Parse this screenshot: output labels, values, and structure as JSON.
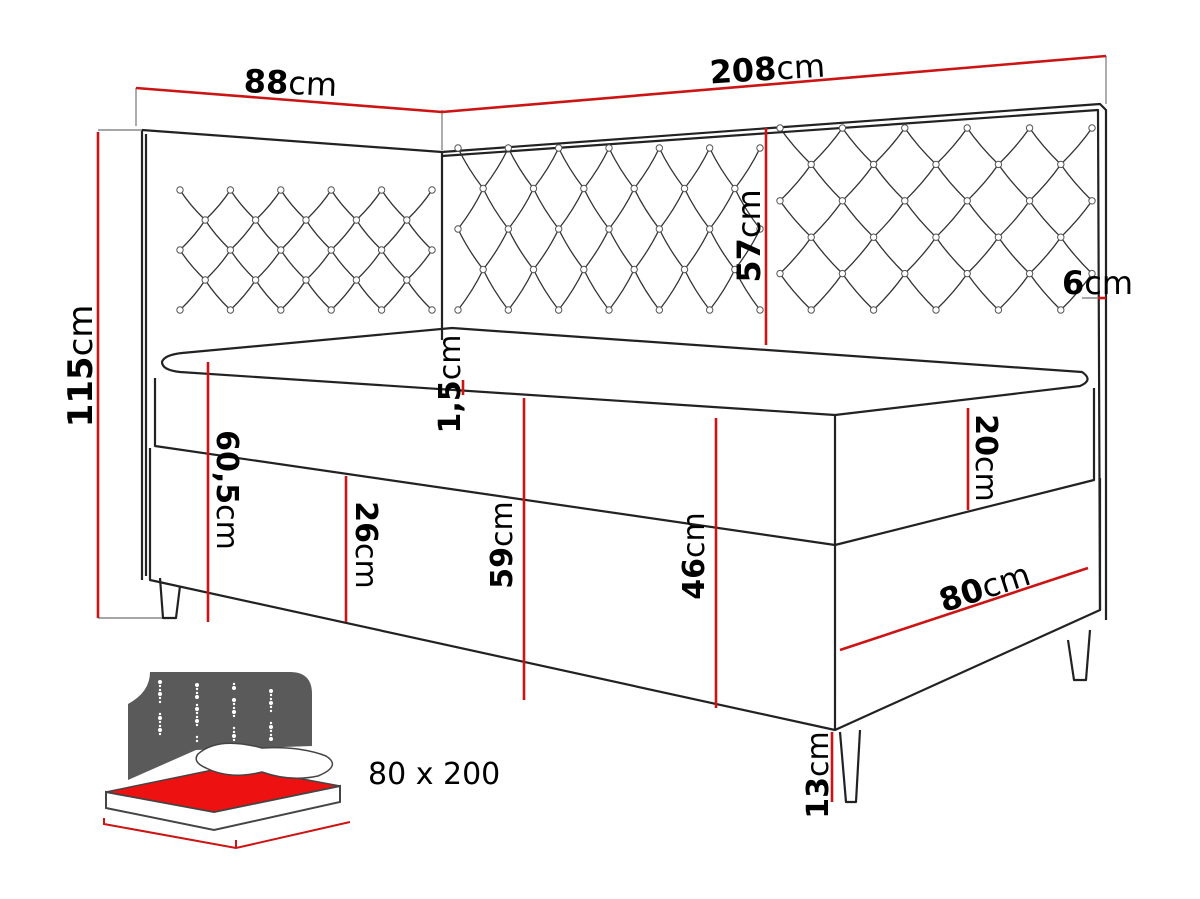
{
  "dimensions": {
    "headboard_side_width": {
      "value": "88",
      "unit": "cm"
    },
    "total_length": {
      "value": "208",
      "unit": "cm"
    },
    "total_height": {
      "value": "115",
      "unit": "cm"
    },
    "headboard_height": {
      "value": "57",
      "unit": "cm"
    },
    "headboard_thickness": {
      "value": "6",
      "unit": "cm"
    },
    "topper_thickness": {
      "value": "1,5",
      "unit": "cm"
    },
    "mattress_height": {
      "value": "20",
      "unit": "cm"
    },
    "sleeping_height": {
      "value": "60,5",
      "unit": "cm"
    },
    "base_height": {
      "value": "26",
      "unit": "cm"
    },
    "height_59": {
      "value": "59",
      "unit": "cm"
    },
    "height_46": {
      "value": "46",
      "unit": "cm"
    },
    "bed_width": {
      "value": "80",
      "unit": "cm"
    },
    "leg_height": {
      "value": "13",
      "unit": "cm"
    }
  },
  "mattress_size": "80 x 200",
  "colors": {
    "measure_line": "#cc1414",
    "outline": "#222222",
    "icon_mattress": "#ee1111",
    "icon_dark": "#555555"
  }
}
